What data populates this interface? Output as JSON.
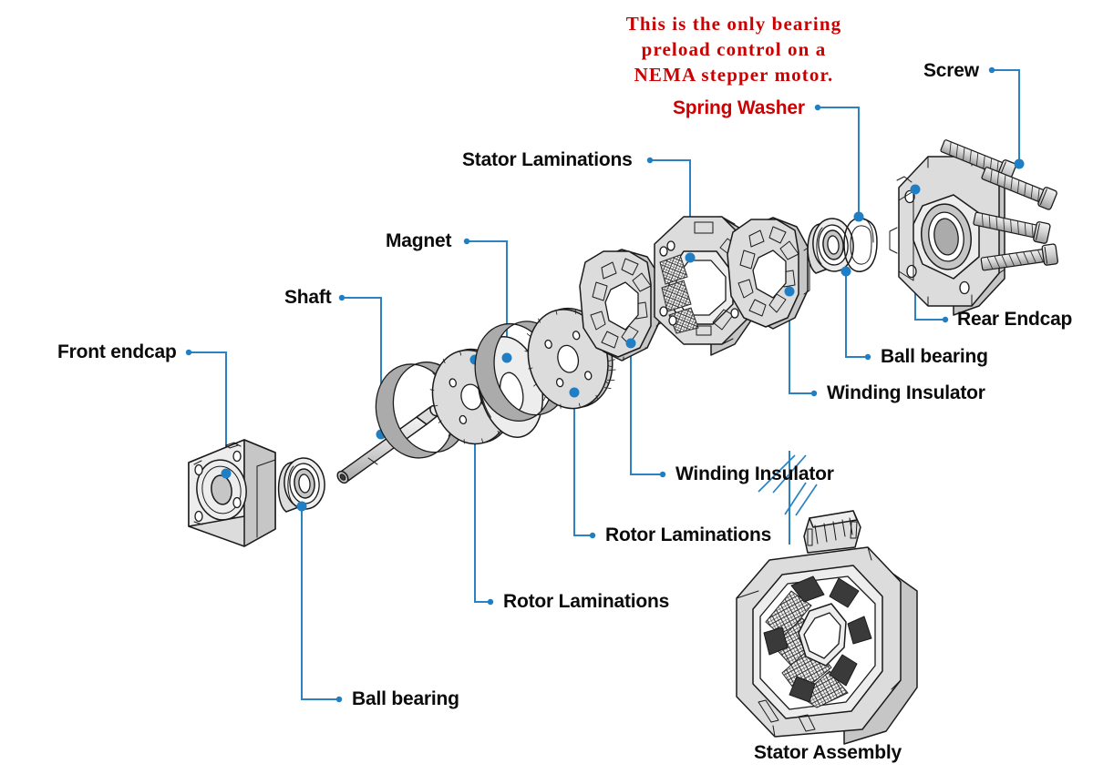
{
  "diagram": {
    "title": "NEMA stepper motor exploded view",
    "colors": {
      "leader_line": "#2b82c0",
      "leader_dot": "#1f7ec4",
      "label_text": "#0b0b0b",
      "note_text": "#cc0000",
      "part_fill_light": "#e9e9e9",
      "part_fill_mid": "#d4d4d4",
      "part_fill_dark": "#b9b9b9",
      "part_outline": "#1a1a1a",
      "background": "#ffffff"
    },
    "annotation_note": {
      "line1": "This is the only bearing",
      "line2": "preload control on a",
      "line3": "NEMA stepper motor."
    },
    "labels": [
      {
        "id": "front-endcap",
        "text": "Front endcap"
      },
      {
        "id": "shaft",
        "text": "Shaft"
      },
      {
        "id": "magnet",
        "text": "Magnet"
      },
      {
        "id": "stator-laminations",
        "text": "Stator Laminations"
      },
      {
        "id": "spring-washer",
        "text": "Spring Washer"
      },
      {
        "id": "screw",
        "text": "Screw"
      },
      {
        "id": "rear-endcap",
        "text": "Rear Endcap"
      },
      {
        "id": "ball-bearing-right",
        "text": "Ball bearing"
      },
      {
        "id": "winding-insulator-right",
        "text": "Winding Insulator"
      },
      {
        "id": "winding-insulator-center",
        "text": "Winding Insulator"
      },
      {
        "id": "rotor-laminations-center",
        "text": "Rotor Laminations"
      },
      {
        "id": "rotor-laminations-left",
        "text": "Rotor Laminations"
      },
      {
        "id": "ball-bearing-left",
        "text": "Ball bearing"
      },
      {
        "id": "stator-assembly",
        "text": "Stator Assembly"
      }
    ],
    "parts": [
      {
        "id": "front-endcap",
        "name": "Front endcap"
      },
      {
        "id": "ball-bearing-front",
        "name": "Ball bearing"
      },
      {
        "id": "shaft",
        "name": "Shaft"
      },
      {
        "id": "rotor-lamination-1",
        "name": "Rotor Laminations"
      },
      {
        "id": "magnet",
        "name": "Magnet"
      },
      {
        "id": "rotor-lamination-2",
        "name": "Rotor Laminations"
      },
      {
        "id": "winding-insulator-1",
        "name": "Winding Insulator"
      },
      {
        "id": "stator-laminations",
        "name": "Stator Laminations"
      },
      {
        "id": "winding-insulator-2",
        "name": "Winding Insulator"
      },
      {
        "id": "ball-bearing-rear",
        "name": "Ball bearing"
      },
      {
        "id": "spring-washer",
        "name": "Spring Washer"
      },
      {
        "id": "rear-endcap",
        "name": "Rear Endcap"
      },
      {
        "id": "screws",
        "name": "Screw",
        "count": 4
      },
      {
        "id": "stator-assembly",
        "name": "Stator Assembly"
      }
    ]
  }
}
